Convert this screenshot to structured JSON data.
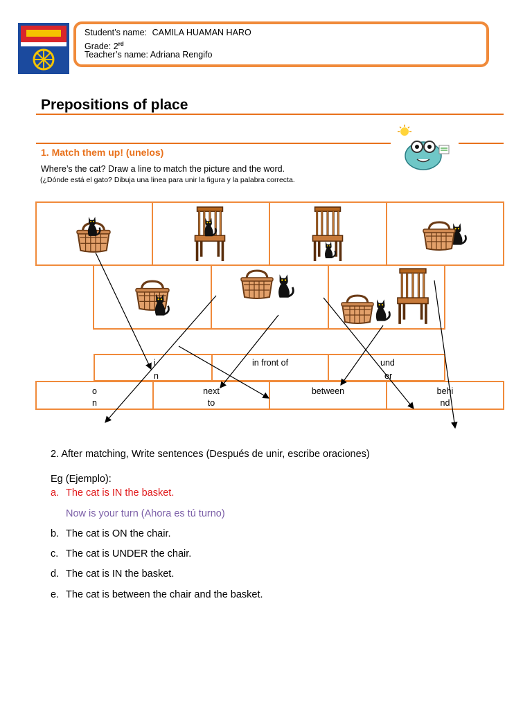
{
  "header": {
    "student_label": "Student’s name:",
    "student_name": "CAMILA HUAMAN HARO",
    "grade_label": "Grade:",
    "grade_value": "2",
    "grade_suffix": "rd",
    "teacher_label": "Teacher’s name:",
    "teacher_name": "Adriana Rengifo"
  },
  "title": "Prepositions of place",
  "section1": {
    "heading": "1. Match them up! (unelos)",
    "instruction_en": "Where’s the cat? Draw a line to match the picture and the word.",
    "instruction_es": "(¿Dónde está el gato?  Dibuja una linea para unir la figura y la palabra correcta."
  },
  "word_row1": [
    {
      "top": "i",
      "bottom": "n"
    },
    {
      "top": "in front of",
      "bottom": ""
    },
    {
      "top": "und",
      "bottom": "er"
    }
  ],
  "word_row2": [
    {
      "top": "o",
      "bottom": "n"
    },
    {
      "top": "next",
      "bottom": "to"
    },
    {
      "top": "between",
      "bottom": ""
    },
    {
      "top": "behi",
      "bottom": "nd"
    }
  ],
  "section2": {
    "heading": "2. After matching, Write sentences (Después de unir,  escribe oraciones)",
    "example_label": "Eg (Ejemplo):",
    "example": {
      "marker": "a.",
      "text": "The cat is IN the basket."
    },
    "turn_text": "Now is your turn (Ahora es tú turno)",
    "sentences": [
      {
        "marker": "b.",
        "text": "The cat is ON the chair."
      },
      {
        "marker": "c.",
        "text": "The cat is UNDER the chair."
      },
      {
        "marker": "d.",
        "text": "The cat is IN the basket."
      },
      {
        "marker": "e.",
        "text": "The cat is between the chair and the basket."
      }
    ]
  },
  "colors": {
    "accent": "#e8711c",
    "example_red": "#e0191b",
    "turn_purple": "#7b5ea7"
  }
}
